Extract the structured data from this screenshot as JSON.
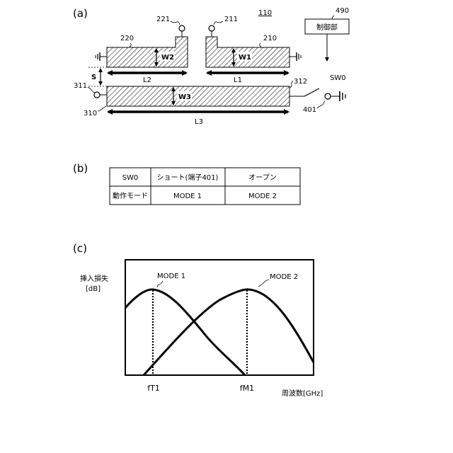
{
  "figure": {
    "panel_labels": {
      "a": "(a)",
      "b": "(b)",
      "c": "(c)"
    },
    "a": {
      "device_ref": "110",
      "controller_ref": "490",
      "controller_label": "制御部",
      "resonator_left": {
        "ref": "220",
        "port_ref": "221",
        "width_label": "W2",
        "length_label": "L2"
      },
      "resonator_right": {
        "ref": "210",
        "port_ref": "211",
        "width_label": "W1",
        "length_label": "L1"
      },
      "line_bottom": {
        "ref": "310",
        "port_ref": "311",
        "end_ref": "312",
        "width_label": "W3",
        "length_label": "L3"
      },
      "gap_label": "S",
      "switch_label": "SW0",
      "switch_terminal_ref": "401"
    },
    "b": {
      "table": [
        [
          "SW0",
          "ショート(端子401)",
          "オープン"
        ],
        [
          "動作モード",
          "MODE 1",
          "MODE 2"
        ]
      ]
    },
    "c": {
      "ylabel_line1": "挿入損失",
      "ylabel_line2": "[dB]",
      "xlabel": "周波数[GHz]",
      "tick_fT1": "fT1",
      "tick_fM1": "fM1",
      "series_labels": [
        "MODE 1",
        "MODE 2"
      ]
    }
  }
}
